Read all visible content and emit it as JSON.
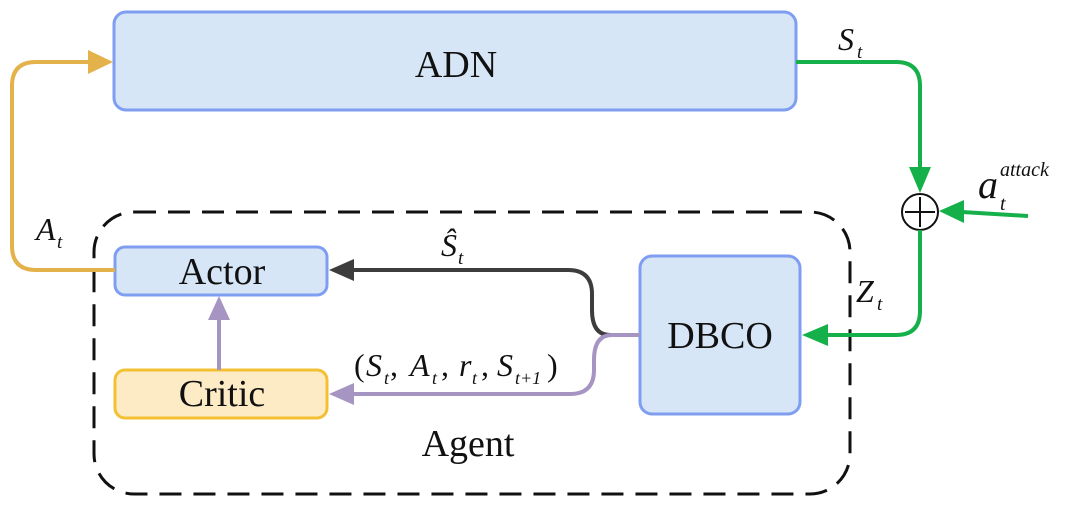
{
  "nodes": {
    "adn": "ADN",
    "actor": "Actor",
    "critic": "Critic",
    "dbco": "DBCO",
    "agent_group": "Agent"
  },
  "labels": {
    "s_t": {
      "base": "S",
      "sub": "t"
    },
    "a_t": {
      "base": "A",
      "sub": "t"
    },
    "z_t": {
      "base": "Z",
      "sub": "t"
    },
    "s_hat_t": {
      "base": "Ŝ",
      "sub": "t"
    },
    "attack": {
      "base": "a",
      "sub": "t",
      "sup": "attack"
    },
    "tuple": {
      "open": "(",
      "s": "S",
      "s_sub": "t",
      "c1": " ,",
      "a": "A",
      "a_sub": "t",
      "c2": ",",
      "r": "r",
      "r_sub": "t",
      "c3": ",",
      "s2": "S",
      "s2_sub": "t+1",
      "close": ")"
    }
  },
  "colors": {
    "box_fill": "#d6e6f6",
    "box_stroke": "#7f9ef2",
    "critic_fill": "#fdebc6",
    "critic_stroke": "#f3c033",
    "orange_arrow": "#e3b24a",
    "green_arrow": "#16b04a",
    "purple_arrow": "#a694c2",
    "dark_arrow": "#3d3d3d",
    "dashed": "#111111"
  },
  "icons": {
    "sum_junction": "circle-plus-icon"
  }
}
